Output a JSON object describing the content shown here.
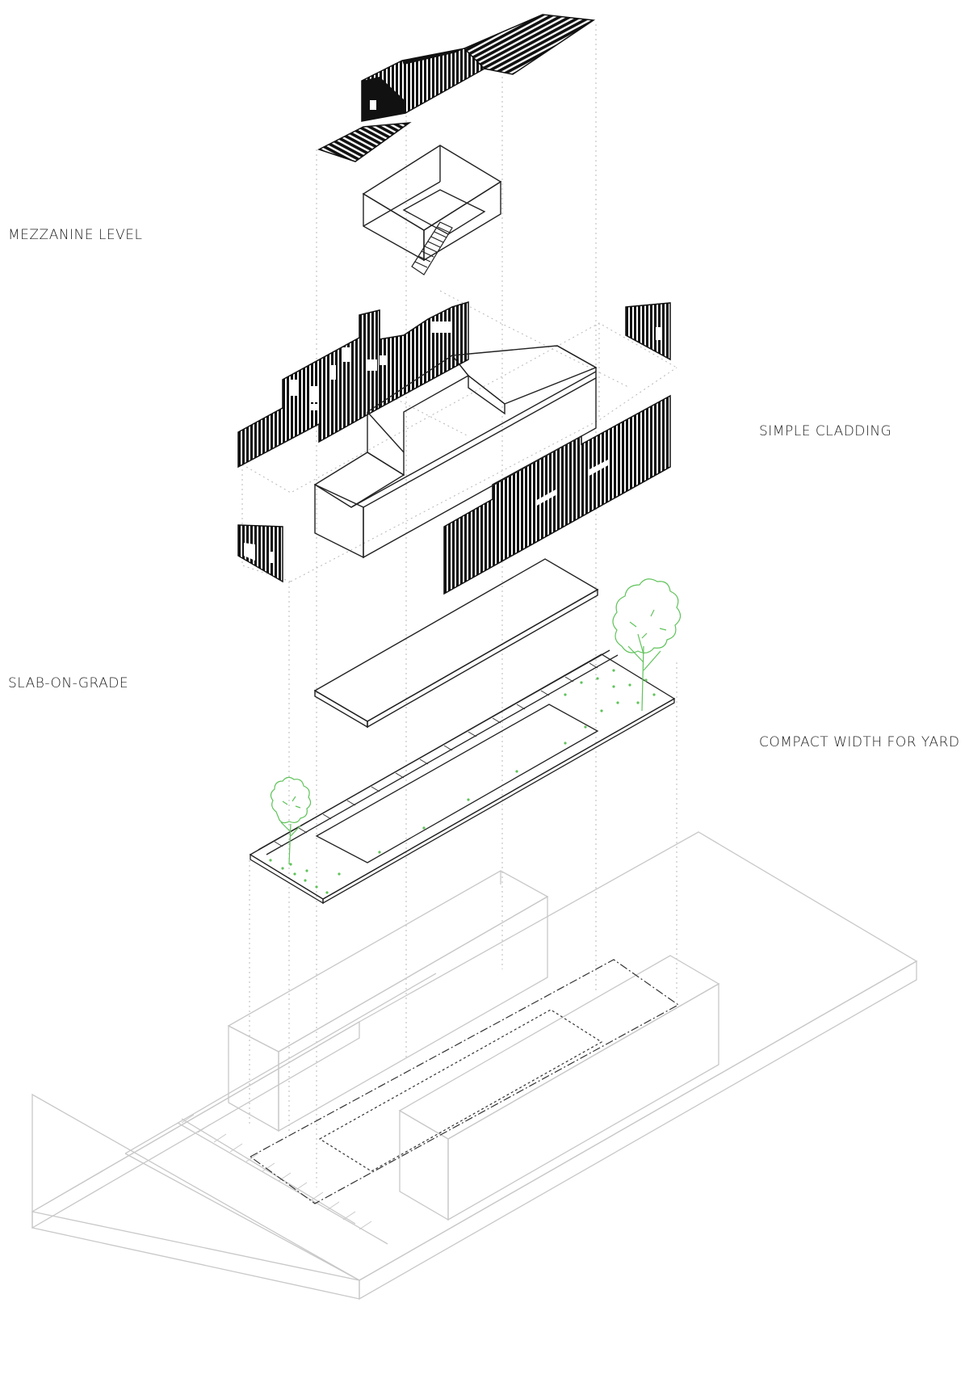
{
  "labels": {
    "mezzanine": "MEZZANINE LEVEL",
    "cladding": "SIMPLE CLADDING",
    "slab": "SLAB-ON-GRADE",
    "yard": "COMPACT WIDTH FOR YARD"
  },
  "colors": {
    "ink": "#111111",
    "line": "#222222",
    "guide": "#b8b8b8",
    "context": "#c8c8c8",
    "foliage": "#5fc35a"
  }
}
